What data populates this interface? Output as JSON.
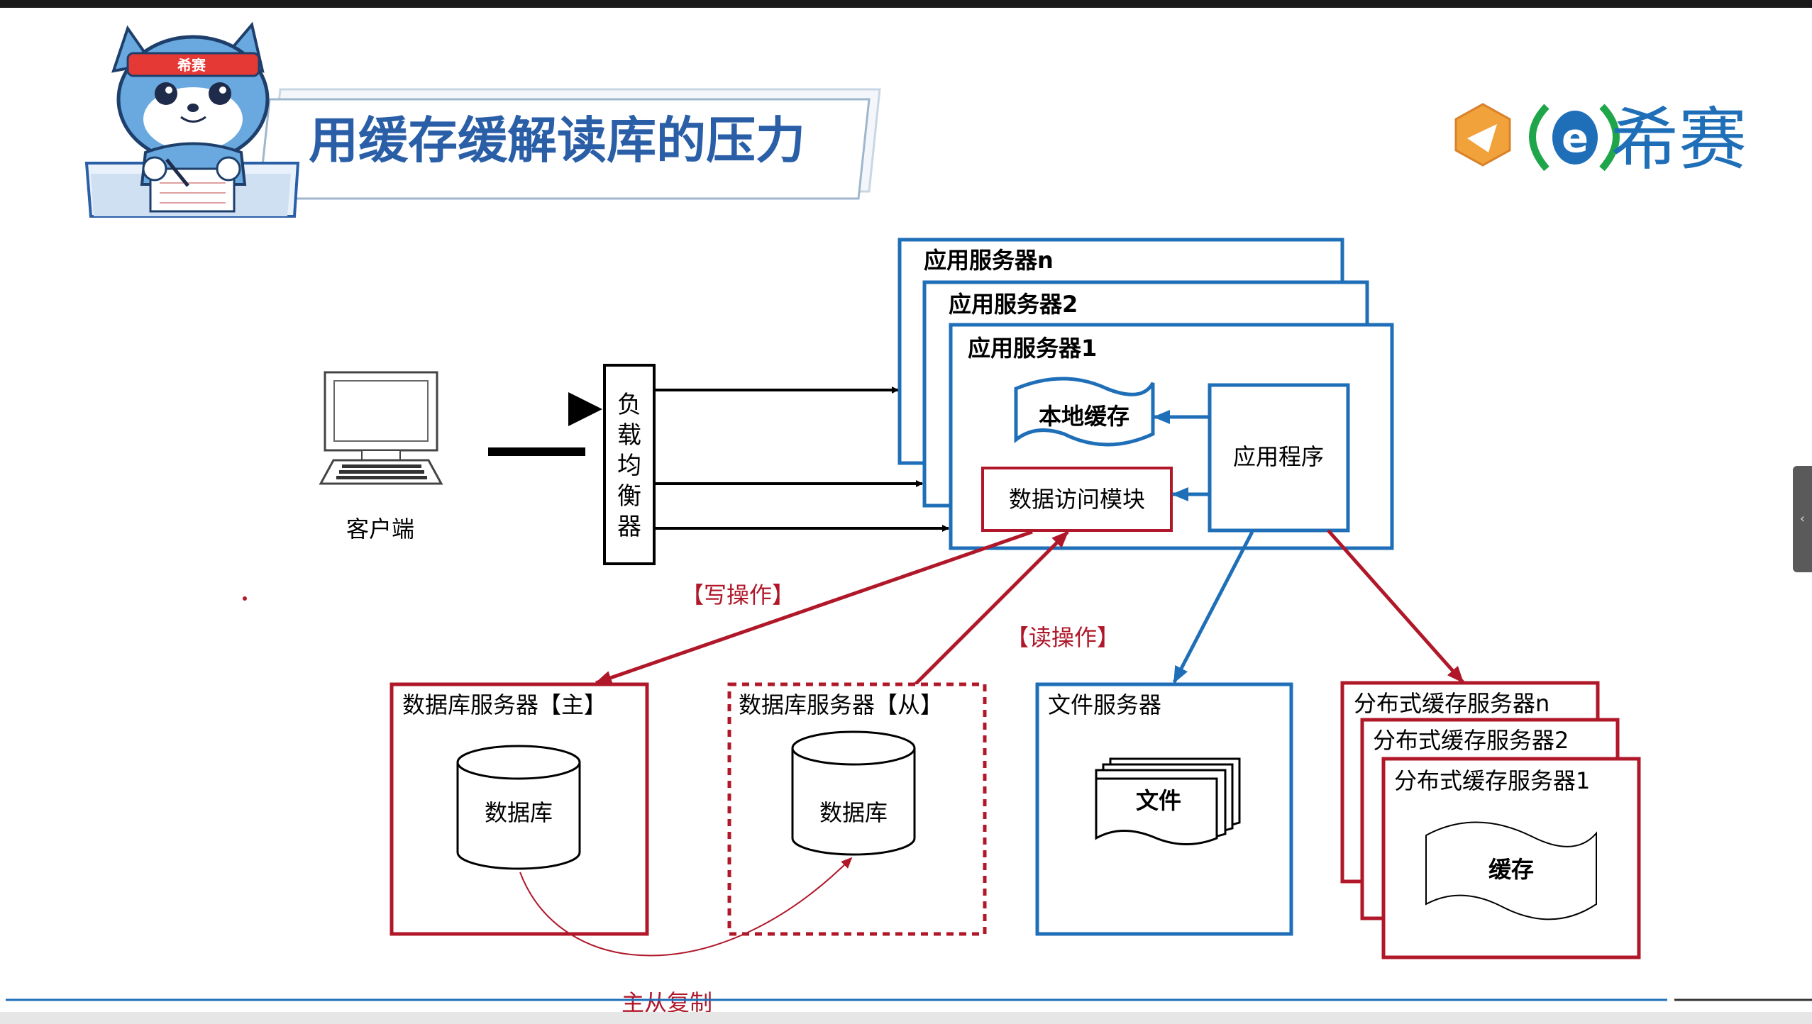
{
  "slide": {
    "title": "用缓存缓解读库的压力",
    "mascot_band_text": "希赛",
    "mascot_band_letter": "e",
    "logo_text": "希赛"
  },
  "diagram": {
    "client_label": "客户端",
    "load_balancer_label": [
      "负",
      "载",
      "均",
      "衡",
      "器"
    ],
    "app_servers": [
      "应用服务器n",
      "应用服务器2",
      "应用服务器1"
    ],
    "local_cache_label": "本地缓存",
    "app_program_label": "应用程序",
    "data_access_label": "数据访问模块",
    "write_op_label": "【写操作】",
    "read_op_label": "【读操作】",
    "db_master_title": "数据库服务器【主】",
    "db_slave_title": "数据库服务器【从】",
    "db_label": "数据库",
    "file_server_title": "文件服务器",
    "file_label": "文件",
    "dist_cache_servers": [
      "分布式缓存服务器n",
      "分布式缓存服务器2",
      "分布式缓存服务器1"
    ],
    "cache_label": "缓存",
    "replication_label": "主从复制"
  },
  "colors": {
    "blue": "#1f6fb8",
    "red": "#b0182a",
    "title_blue": "#2a5fa8",
    "black": "#000000"
  },
  "icons": [
    "computer-icon",
    "cat-mascot-icon",
    "xisai-logo-icon",
    "database-cylinder-icon",
    "file-stack-icon",
    "cache-wave-icon",
    "chevron-left-icon"
  ]
}
